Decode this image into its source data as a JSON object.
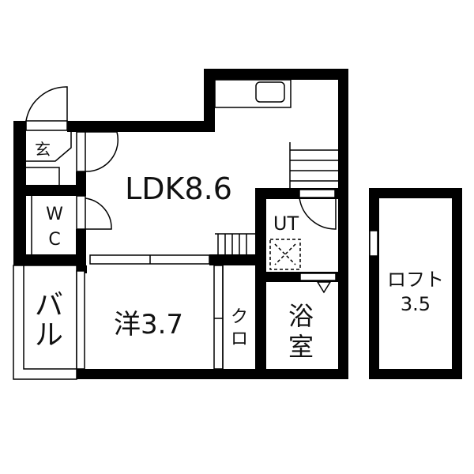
{
  "rooms": {
    "ldk": "LDK8.6",
    "entrance": "玄",
    "wc_w": "W",
    "wc_c": "C",
    "balcony_1": "バ",
    "balcony_2": "ル",
    "western": "洋3.7",
    "closet_1": "ク",
    "closet_2": "ロ",
    "utility": "UT",
    "bath_1": "浴",
    "bath_2": "室",
    "loft_1": "ロフト",
    "loft_2": "3.5"
  }
}
